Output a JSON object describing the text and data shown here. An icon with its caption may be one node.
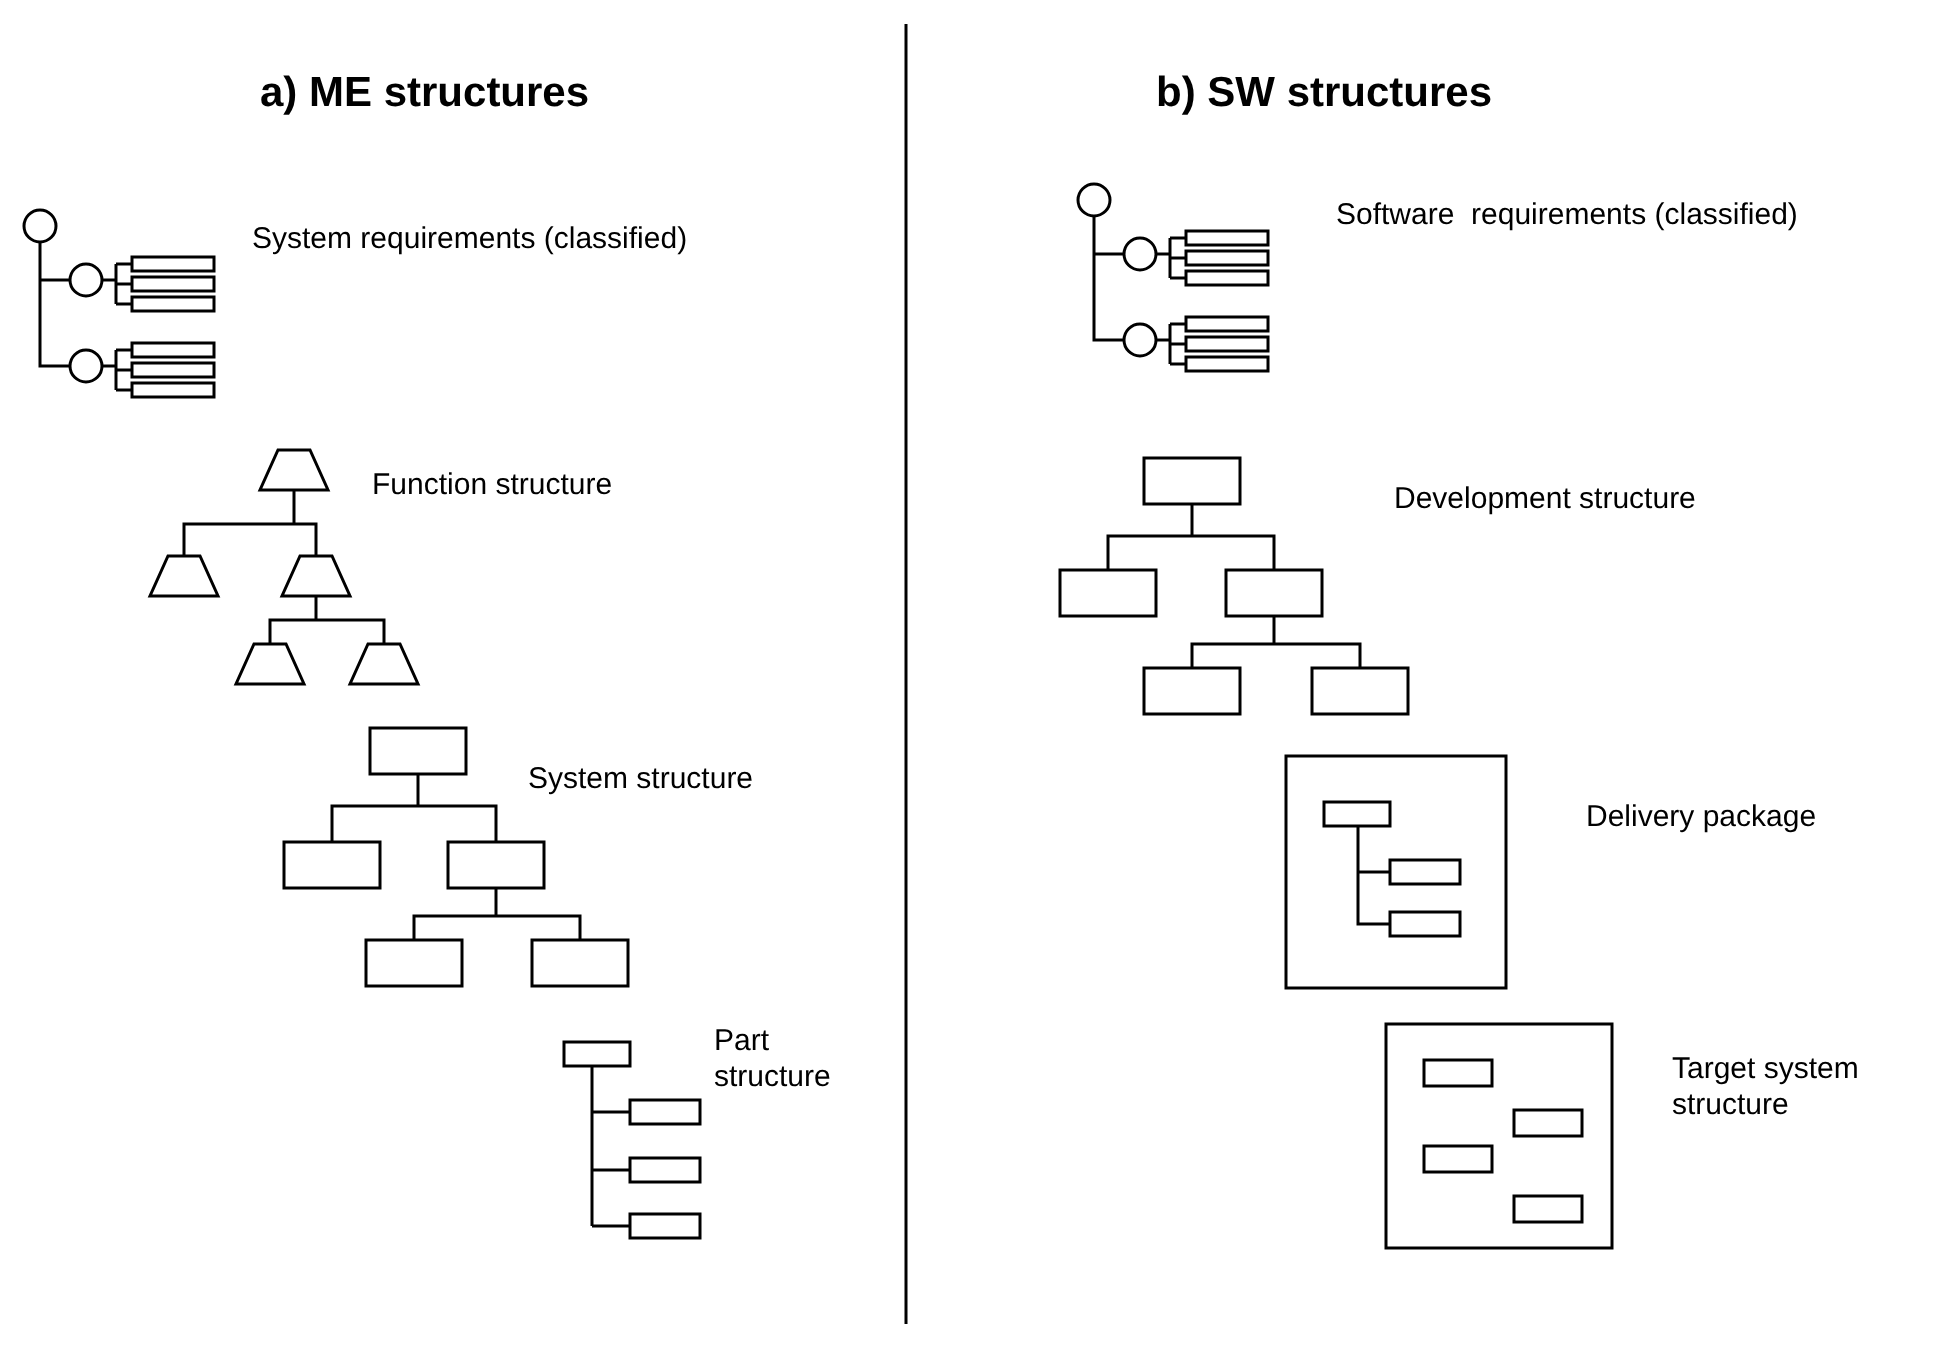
{
  "diagram": {
    "labels": [
      "a) ME structures",
      "b) SW structures",
      "System requirements (classified)",
      "Function structure",
      "System structure",
      "Part structure",
      "Software  requirements (classified)",
      "Development structure",
      "Delivery package",
      "Target system structure"
    ]
  }
}
